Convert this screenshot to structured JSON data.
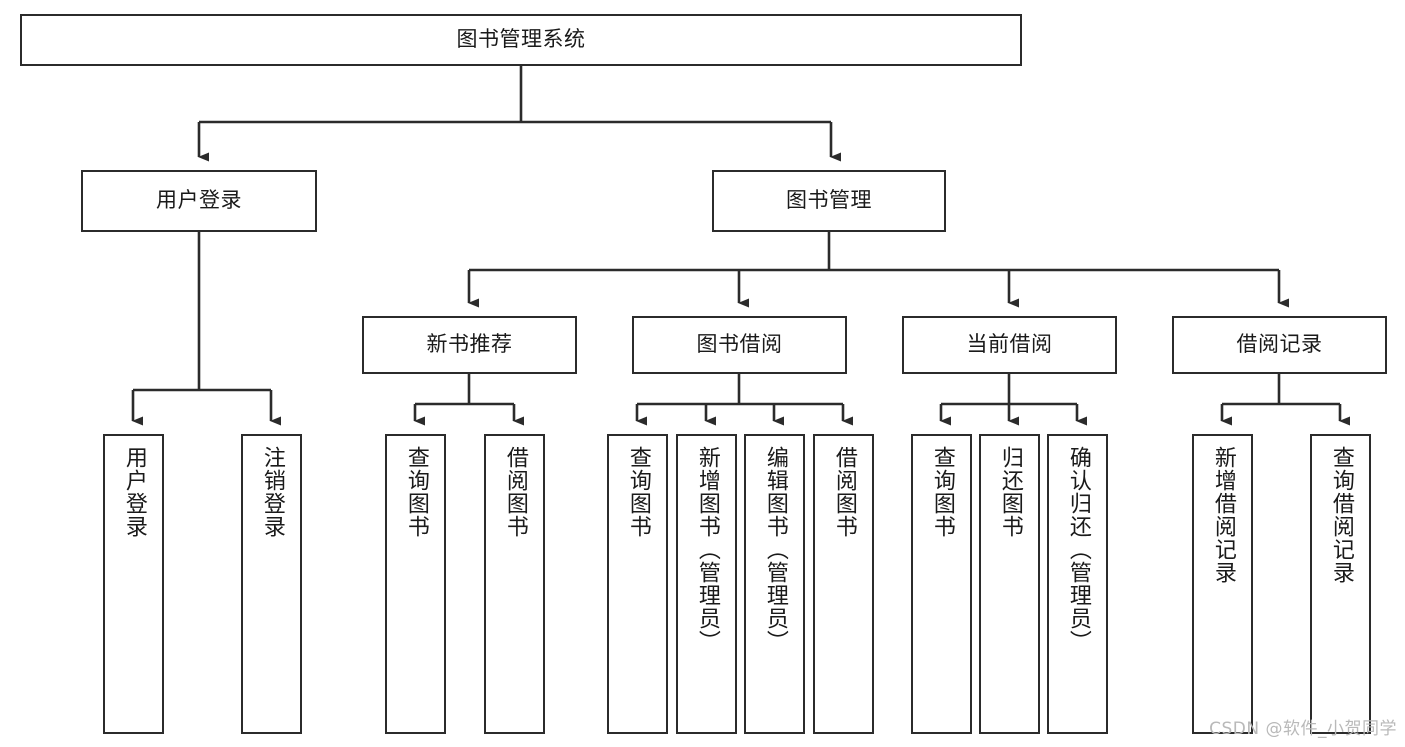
{
  "diagram": {
    "title": "图书管理系统",
    "type": "tree-hierarchy-diagram",
    "colors": {
      "border": "#2b2b2b",
      "text": "#1a1a1a",
      "background": "#ffffff",
      "watermark": "#b9b9b9"
    },
    "nodes": {
      "root": {
        "label": "图书管理系统"
      },
      "level2": [
        {
          "label": "用户登录"
        },
        {
          "label": "图书管理"
        }
      ],
      "level3": [
        {
          "label": "新书推荐"
        },
        {
          "label": "图书借阅"
        },
        {
          "label": "当前借阅"
        },
        {
          "label": "借阅记录"
        }
      ],
      "leaves": {
        "user_login": [
          {
            "label": "用户登录"
          },
          {
            "label": "注销登录"
          }
        ],
        "new_book_recommend": [
          {
            "label": "查询图书"
          },
          {
            "label": "借阅图书"
          }
        ],
        "book_borrow": [
          {
            "label": "查询图书"
          },
          {
            "label": "新增图书（管理员）"
          },
          {
            "label": "编辑图书（管理员）"
          },
          {
            "label": "借阅图书"
          }
        ],
        "current_borrow": [
          {
            "label": "查询图书"
          },
          {
            "label": "归还图书"
          },
          {
            "label": "确认归还（管理员）"
          }
        ],
        "borrow_record": [
          {
            "label": "新增借阅记录"
          },
          {
            "label": "查询借阅记录"
          }
        ]
      }
    }
  },
  "watermark": {
    "text": "CSDN @软件_小贺同学"
  }
}
